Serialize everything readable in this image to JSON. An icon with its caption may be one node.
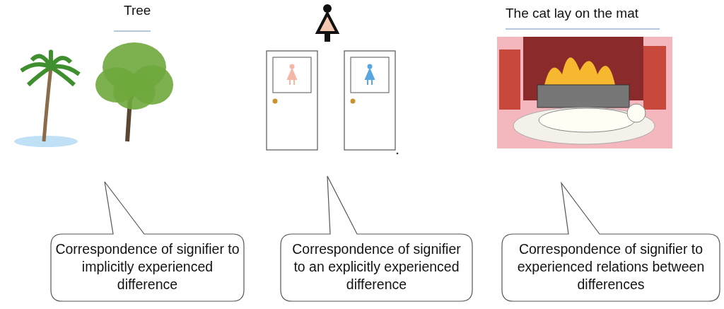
{
  "diagram": {
    "nodes": [
      {
        "text": [
          "Correspondence of signifier to implicitly experienced difference"
        ]
      },
      {
        "text": [
          "Correspondence of signifier to an explicitly experienced difference"
        ]
      },
      {
        "text": [
          "Correspondence of signifier to experienced relations between differences"
        ]
      }
    ],
    "labels": [
      "Tree",
      "The cat lay on the mat"
    ]
  }
}
